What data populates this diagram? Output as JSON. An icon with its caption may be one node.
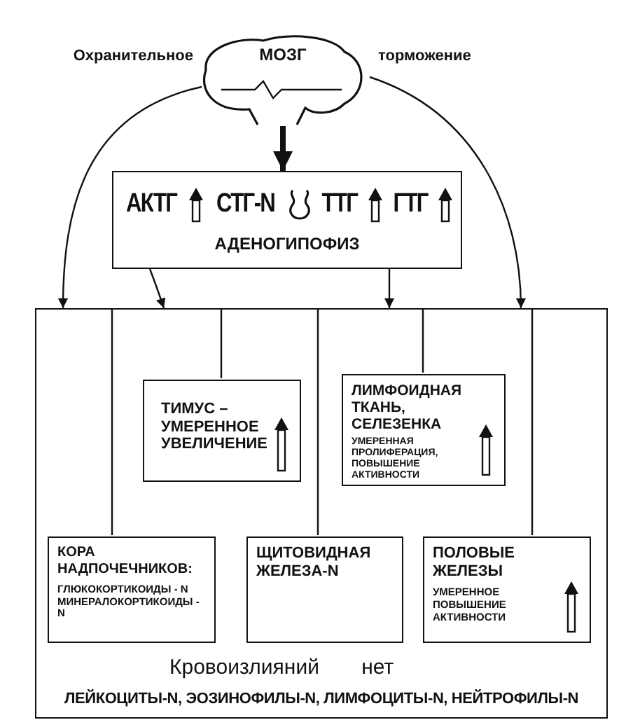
{
  "diagram": {
    "nodes": [
      {
        "text": [
          "МОЗГ"
        ],
        "beside": [
          "Охранительное",
          "торможение"
        ]
      },
      {
        "text": [
          "АКТГ",
          "СТГ-N",
          "ТТГ",
          "ГТГ",
          "АДЕНОГИПОФИЗ"
        ]
      },
      {
        "text": [
          "Кровоизлияний нет",
          "ЛЕЙКОЦИТЫ-N, ЭОЗИНОФИЛЫ-N, ЛИМФОЦИТЫ-N, НЕЙТРОФИЛЫ-N"
        ]
      },
      {
        "text": [
          "ТИМУС – УМЕРЕННОЕ УВЕЛИЧЕНИЕ"
        ],
        "in": 2
      },
      {
        "text": [
          "ЛИМФОИДНАЯ ТКАНЬ, СЕЛЕЗЕНКА",
          "УМЕРЕННАЯ ПРОЛИФЕРАЦИЯ, ПОВЫШЕНИЕ АКТИВНОСТИ"
        ],
        "in": 2
      },
      {
        "text": [
          "КОРА НАДПОЧЕЧНИКОВ:",
          "ГЛЮКОКОРТИКОИДЫ - N МИНЕРАЛОКОРТИКОИДЫ - N"
        ],
        "in": 2
      },
      {
        "text": [
          "ЩИТОВИДНАЯ ЖЕЛЕЗА-N"
        ],
        "in": 2
      },
      {
        "text": [
          "ПОЛОВЫЕ ЖЕЛЕЗЫ",
          "УМЕРЕННОЕ ПОВЫШЕНИЕ АКТИВНОСТИ"
        ],
        "in": 2
      }
    ],
    "edges": [
      {
        "from": 0,
        "to": 1,
        "arrow": "to",
        "style": "thick"
      },
      {
        "from": 0,
        "to": 2,
        "arrow": "to"
      },
      {
        "from": 0,
        "to": 2,
        "arrow": "to"
      },
      {
        "from": 1,
        "to": 2,
        "arrow": "to"
      },
      {
        "from": 1,
        "to": 2,
        "arrow": "to"
      },
      {
        "from": 2,
        "to": 5,
        "arrow": "none"
      },
      {
        "from": 2,
        "to": 3,
        "arrow": "none"
      },
      {
        "from": 2,
        "to": 6,
        "arrow": "none"
      },
      {
        "from": 2,
        "to": 4,
        "arrow": "none"
      },
      {
        "from": 2,
        "to": 7,
        "arrow": "none"
      }
    ]
  }
}
